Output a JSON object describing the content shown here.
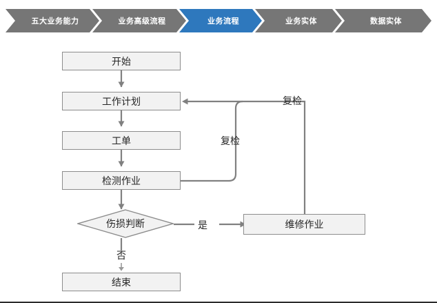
{
  "breadcrumb": {
    "active_color": "#2e78bd",
    "inactive_color": "#767676",
    "items": [
      {
        "label": "五大业务能力",
        "active": false
      },
      {
        "label": "业务高级流程",
        "active": false
      },
      {
        "label": "业务流程",
        "active": true
      },
      {
        "label": "业务实体",
        "active": false
      },
      {
        "label": "数据实体",
        "active": false
      }
    ]
  },
  "flowchart": {
    "node_fill": "#f2f2f2",
    "node_border": "#8c8c8c",
    "connector_color": "#808080",
    "nodes": [
      {
        "id": "start",
        "label": "开始",
        "shape": "rect"
      },
      {
        "id": "work-plan",
        "label": "工作计划",
        "shape": "rect"
      },
      {
        "id": "work-order",
        "label": "工单",
        "shape": "rect"
      },
      {
        "id": "inspection-task",
        "label": "检测作业",
        "shape": "rect"
      },
      {
        "id": "damage-decision",
        "label": "伤损判断",
        "shape": "diamond"
      },
      {
        "id": "repair-task",
        "label": "维修作业",
        "shape": "rect"
      },
      {
        "id": "end",
        "label": "结束",
        "shape": "rect"
      }
    ],
    "edge_labels": [
      {
        "id": "recheck-outer",
        "label": "复检"
      },
      {
        "id": "recheck-inner",
        "label": "复检"
      },
      {
        "id": "decision-yes",
        "label": "是"
      },
      {
        "id": "decision-no",
        "label": "否"
      }
    ]
  }
}
